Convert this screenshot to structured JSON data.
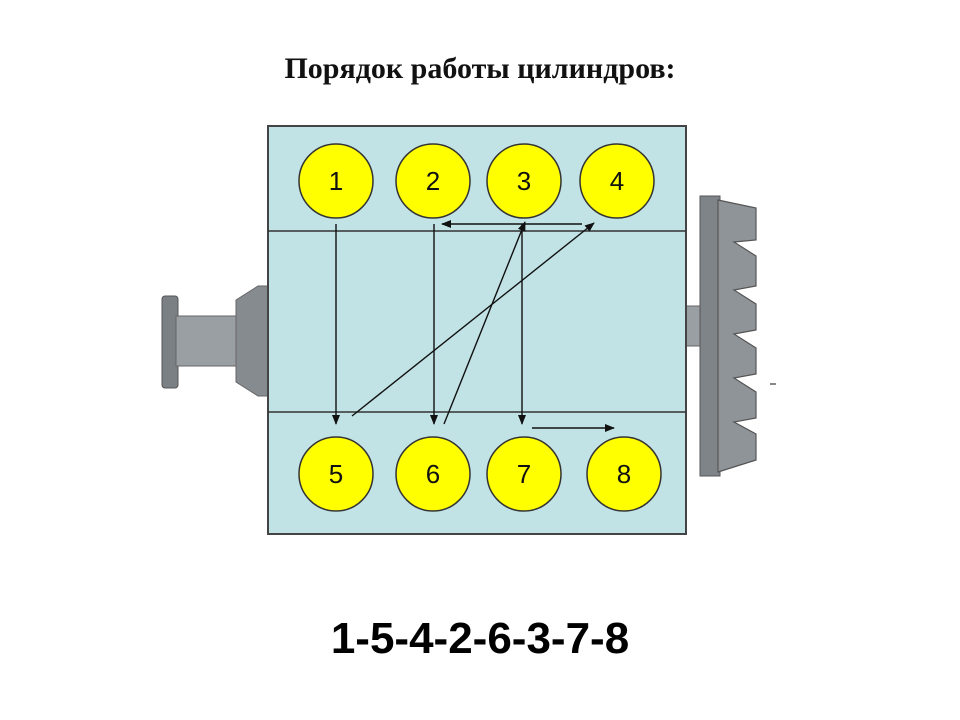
{
  "title": "Порядок работы цилиндров:",
  "firing_order": "1-5-4-2-6-3-7-8",
  "cylinders": {
    "c1": "1",
    "c2": "2",
    "c3": "3",
    "c4": "4",
    "c5": "5",
    "c6": "6",
    "c7": "7",
    "c8": "8"
  },
  "colors": {
    "block": "#c2e3e6",
    "cylinder": "#ffff00",
    "metal": "#8f9499",
    "metal_dark": "#6e7378",
    "outline": "#333333"
  }
}
